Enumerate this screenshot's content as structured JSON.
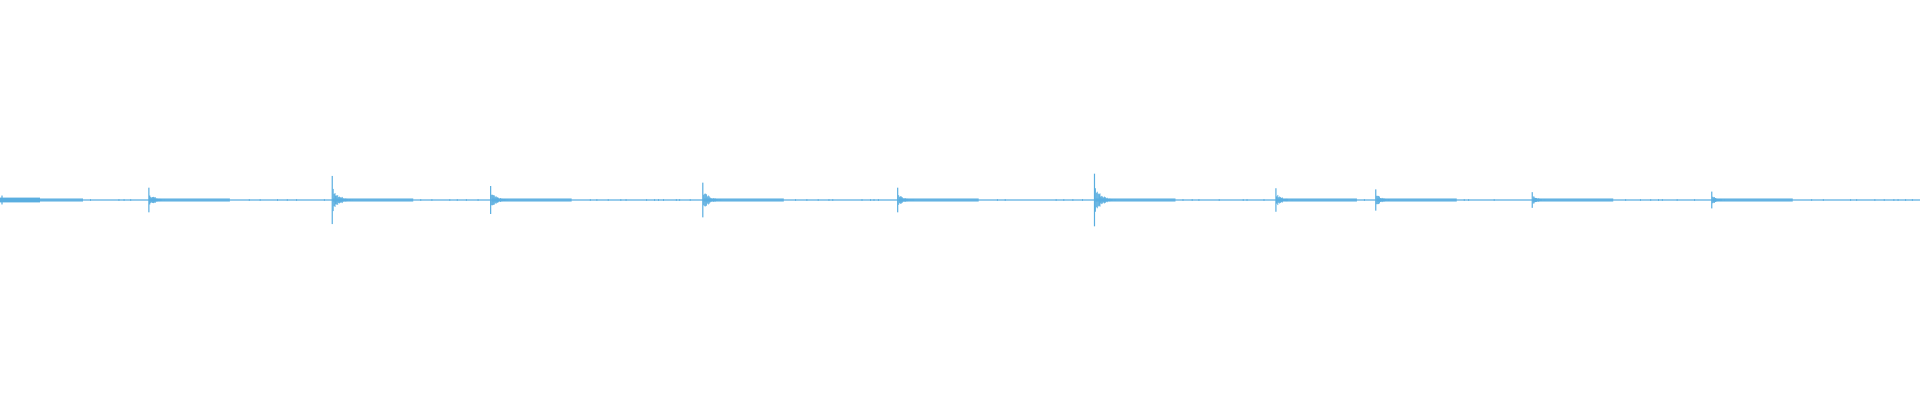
{
  "waveform": {
    "color": "#5aaee0",
    "background": "#ffffff",
    "transient_peaks": [
      0.08,
      0.22,
      0.43,
      0.25,
      0.31,
      0.22,
      0.47,
      0.21,
      0.19,
      0.14,
      0.15
    ],
    "transient_positions": [
      0.0,
      0.0765,
      0.172,
      0.2545,
      0.365,
      0.4665,
      0.569,
      0.6635,
      0.7155,
      0.797,
      0.8905
    ]
  }
}
